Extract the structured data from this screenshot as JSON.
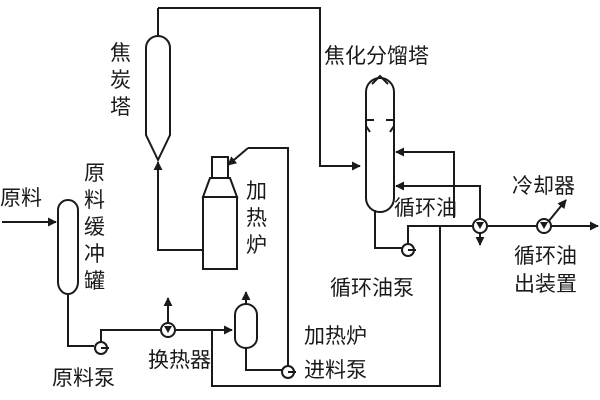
{
  "labels": {
    "coke_tower": "焦炭塔",
    "fractionator": "焦化分馏塔",
    "feed": "原料",
    "feed_buffer_tank": "原料缓冲罐",
    "heating_furnace": "加热炉",
    "recycle_oil": "循环油",
    "cooler": "冷却器",
    "recycle_oil_pump": "循环油泵",
    "recycle_oil_out_line1": "循环油",
    "recycle_oil_out_line2": "出装置",
    "feed_pump": "原料泵",
    "heat_exchanger": "换热器",
    "furnace_feed_pump_line1": "加热炉",
    "furnace_feed_pump_line2": "进料泵"
  },
  "colors": {
    "line": "#1a1a1a",
    "background": "#ffffff"
  }
}
